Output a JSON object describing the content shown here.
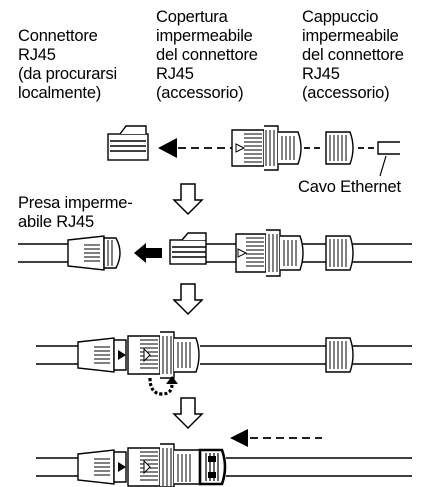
{
  "labels": {
    "rj45_connector": [
      "Connettore",
      "RJ45",
      "(da procurarsi",
      "localmente)"
    ],
    "waterproof_cover": [
      "Copertura",
      "impermeabile",
      "del connettore",
      "RJ45",
      "(accessorio)"
    ],
    "waterproof_cap": [
      "Cappuccio",
      "impermeabile",
      "del connettore",
      "RJ45",
      "(accessorio)"
    ],
    "ethernet_cable": "Cavo Ethernet",
    "waterproof_socket": [
      "Presa imperme-",
      "abile RJ45"
    ]
  },
  "icons": [
    "arrow-left-icon",
    "arrow-down-icon",
    "rotate-arrow-icon"
  ],
  "colors": {
    "line": "#000000",
    "fill": "#ffffff",
    "grey": "#888888"
  }
}
